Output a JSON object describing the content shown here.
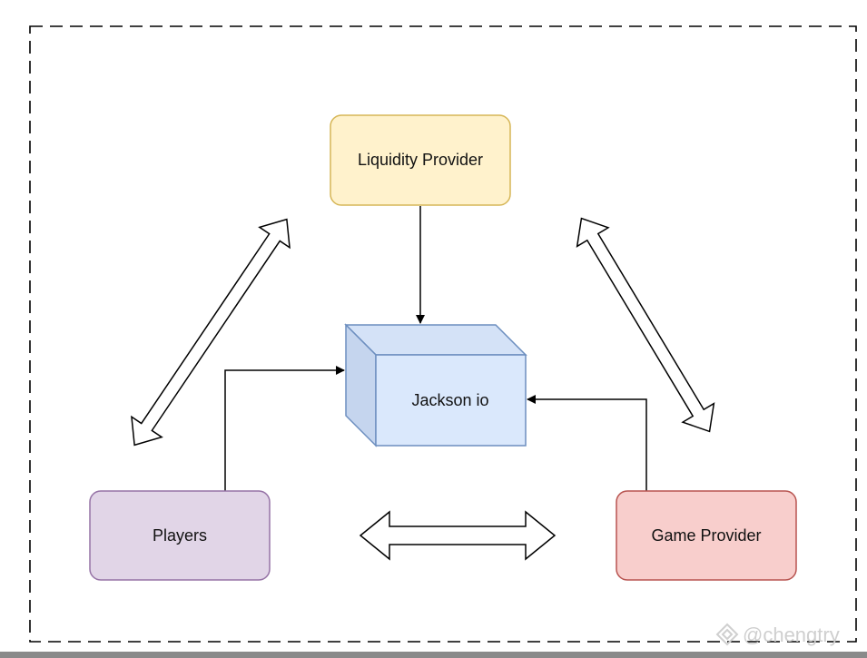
{
  "nodes": {
    "liquidity_provider": "Liquidity Provider",
    "jackson_io": "Jackson io",
    "players": "Players",
    "game_provider": "Game Provider"
  },
  "watermark": {
    "text": "@chengtry"
  },
  "colors": {
    "liquidity_fill": "#fff2cc",
    "liquidity_stroke": "#d6b656",
    "jackson_front": "#dae8fc",
    "jackson_side": "#c5d5ee",
    "jackson_stroke": "#6c8ebf",
    "players_fill": "#e1d5e7",
    "players_stroke": "#9673a6",
    "game_fill": "#f8cecc",
    "game_stroke": "#b85450"
  }
}
